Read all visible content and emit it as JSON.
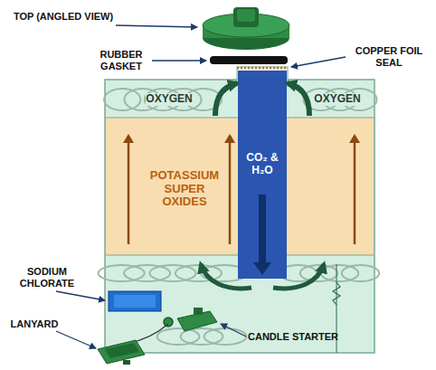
{
  "diagram": {
    "nodes": [
      {
        "text": [
          "OXYGEN"
        ]
      },
      {
        "text": [
          "OXYGEN"
        ]
      },
      {
        "text": [
          "POTASSIUM SUPER OXIDES"
        ]
      },
      {
        "text": [
          "CO₂ & H₂O"
        ]
      }
    ],
    "labels": [
      "TOP (ANGLED VIEW)",
      "RUBBER GASKET",
      "COPPER FOIL SEAL",
      "SODIUM CHLORATE",
      "LANYARD",
      "CANDLE STARTER"
    ]
  }
}
